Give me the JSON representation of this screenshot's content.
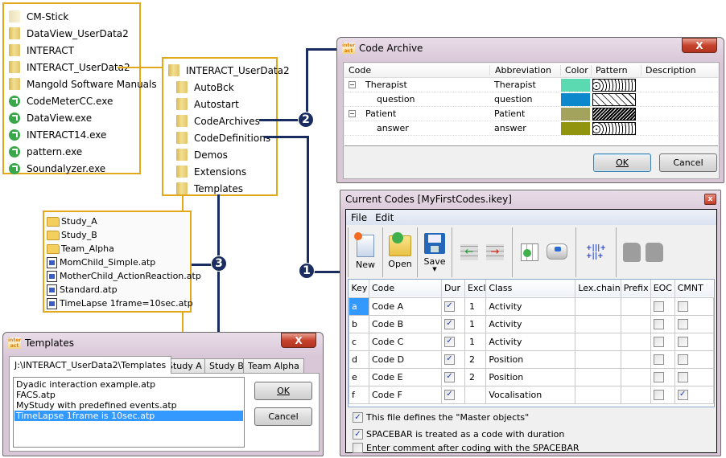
{
  "explorer_root": {
    "items": [
      {
        "name": "CM-Stick",
        "type": "folder-light"
      },
      {
        "name": "DataView_UserData2",
        "type": "folder"
      },
      {
        "name": "INTERACT",
        "type": "folder"
      },
      {
        "name": "INTERACT_UserData2",
        "type": "folder"
      },
      {
        "name": "Mangold Software Manuals",
        "type": "folder"
      },
      {
        "name": "CodeMeterCC.exe",
        "type": "exe"
      },
      {
        "name": "DataView.exe",
        "type": "exe"
      },
      {
        "name": "INTERACT14.exe",
        "type": "exe"
      },
      {
        "name": "pattern.exe",
        "type": "exe"
      },
      {
        "name": "Soundalyzer.exe",
        "type": "exe"
      }
    ]
  },
  "explorer_userdata": {
    "root": "INTERACT_UserData2",
    "children": [
      "AutoBck",
      "Autostart",
      "CodeArchives",
      "CodeDefinitions",
      "Demos",
      "Extensions",
      "Templates"
    ]
  },
  "templates_folder": {
    "items": [
      {
        "name": "Study_A",
        "type": "folder"
      },
      {
        "name": "Study_B",
        "type": "folder"
      },
      {
        "name": "Team_Alpha",
        "type": "folder"
      },
      {
        "name": "MomChild_Simple.atp",
        "type": "atp"
      },
      {
        "name": "MotherChild_ActionReaction.atp",
        "type": "atp"
      },
      {
        "name": "Standard.atp",
        "type": "atp"
      },
      {
        "name": "TimeLapse 1frame=10sec.atp",
        "type": "atp"
      }
    ]
  },
  "badges": {
    "one": "1",
    "two": "2",
    "three": "3"
  },
  "code_archive": {
    "title": "Code Archive",
    "close": "X",
    "columns": [
      "Code",
      "Abbreviation",
      "Color",
      "Pattern",
      "Description"
    ],
    "rows": [
      {
        "code": "Therapist",
        "abbr": "Therapist",
        "color": "#5bd9b0",
        "pattern": "circles",
        "level": 0
      },
      {
        "code": "question",
        "abbr": "question",
        "color": "#0e88cc",
        "pattern": "diag-sparse",
        "level": 1
      },
      {
        "code": "Patient",
        "abbr": "Patient",
        "color": "#a3a35d",
        "pattern": "diag-dense",
        "level": 0
      },
      {
        "code": "answer",
        "abbr": "answer",
        "color": "#91940f",
        "pattern": "circles",
        "level": 1
      }
    ],
    "ok": "OK",
    "cancel": "Cancel"
  },
  "current_codes": {
    "title": "Current Codes [MyFirstCodes.ikey]",
    "close": "x",
    "menu": [
      "File",
      "Edit"
    ],
    "toolbar": {
      "new": "New",
      "open": "Open",
      "save": "Save"
    },
    "columns": [
      "Key",
      "Code",
      "Dur",
      "Excl",
      "Class",
      "Lex.chain",
      "Prefix",
      "EOC",
      "CMNT"
    ],
    "rows": [
      {
        "key": "a",
        "code": "Code A",
        "dur": true,
        "excl": "1",
        "class": "Activity",
        "lex": "",
        "prefix": "",
        "eoc": false,
        "cmnt": false
      },
      {
        "key": "b",
        "code": "Code B",
        "dur": true,
        "excl": "1",
        "class": "Activity",
        "lex": "",
        "prefix": "",
        "eoc": false,
        "cmnt": false
      },
      {
        "key": "c",
        "code": "Code C",
        "dur": true,
        "excl": "1",
        "class": "Activity",
        "lex": "",
        "prefix": "",
        "eoc": false,
        "cmnt": false
      },
      {
        "key": "d",
        "code": "Code D",
        "dur": true,
        "excl": "2",
        "class": "Position",
        "lex": "",
        "prefix": "",
        "eoc": false,
        "cmnt": false
      },
      {
        "key": "e",
        "code": "Code E",
        "dur": true,
        "excl": "2",
        "class": "Position",
        "lex": "",
        "prefix": "",
        "eoc": false,
        "cmnt": false
      },
      {
        "key": "f",
        "code": "Code F",
        "dur": true,
        "excl": "",
        "class": "Vocalisation",
        "lex": "",
        "prefix": "",
        "eoc": false,
        "cmnt": true
      }
    ],
    "options": [
      {
        "label": "This file defines the \"Master objects\"",
        "checked": true
      },
      {
        "label": "SPACEBAR is treated as a code with duration",
        "checked": true
      },
      {
        "label": "Enter comment after coding with the SPACEBAR",
        "checked": false
      }
    ]
  },
  "templates_dialog": {
    "title": "Templates",
    "close": "X",
    "tabs": [
      "J:\\INTERACT_UserData2\\Templates",
      "Study A",
      "Study B",
      "Team Alpha"
    ],
    "files": [
      "Dyadic interaction example.atp",
      "FACS.atp",
      "MyStudy with predefined events.atp",
      "TimeLapse 1frame is 10sec.atp"
    ],
    "selected_index": 3,
    "ok": "OK",
    "cancel": "Cancel"
  }
}
